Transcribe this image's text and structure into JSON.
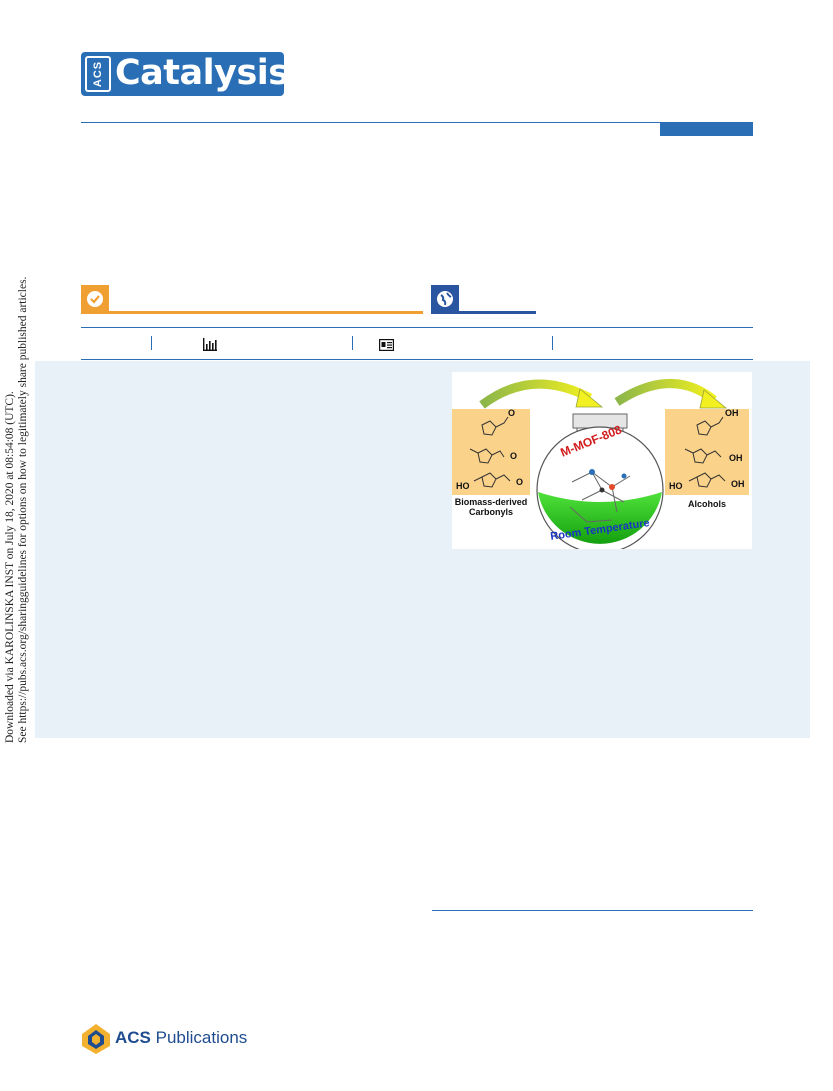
{
  "journal": {
    "logo_acs": "ACS",
    "logo_word": "Catalysis",
    "brand_color": "#2a6fb5"
  },
  "badges": {
    "cite_icon": "checkmark-icon",
    "open_icon": "globe-icon",
    "cite_color": "#f0a033",
    "open_color": "#2a55a0"
  },
  "metrics": {
    "views_icon": "bar-chart-icon",
    "recommend_icon": "article-icon"
  },
  "toc_graphic": {
    "left_label_line1": "Biomass-derived",
    "left_label_line2": "Carbonyls",
    "right_label": "Alcohols",
    "flask_label": "M-MOF-808",
    "flask_caption": "Room Temperature",
    "label_oh": "OH",
    "label_ho": "HO",
    "label_o": "O"
  },
  "download_notice": {
    "line1": "Downloaded via KAROLINSKA INST on July 18, 2020 at 08:54:08 (UTC).",
    "line2": "See https://pubs.acs.org/sharingguidelines for options on how to legitimately share published articles."
  },
  "publisher": {
    "name_bold": "ACS",
    "name_rest": " Publications"
  }
}
